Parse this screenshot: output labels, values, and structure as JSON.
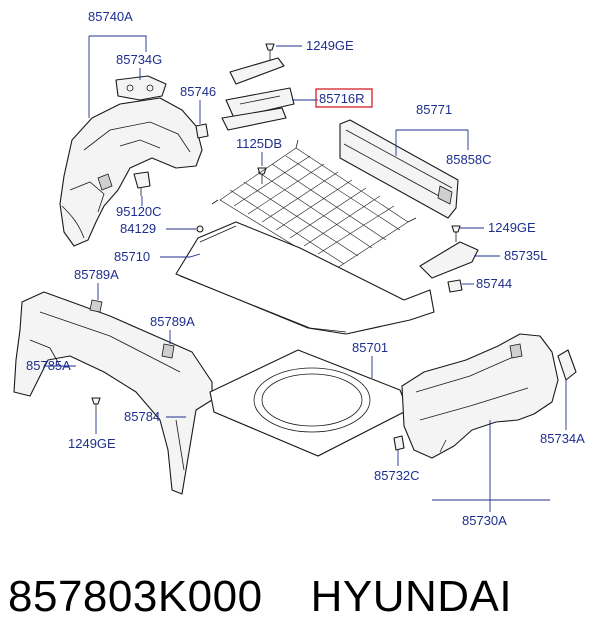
{
  "labels": {
    "l85740A": "85740A",
    "l85734G": "85734G",
    "l85746": "85746",
    "l1249GE_top": "1249GE",
    "l85716R": "85716R",
    "l85771": "85771",
    "l1125DB": "1125DB",
    "l85858C": "85858C",
    "l95120C": "95120C",
    "l84129": "84129",
    "l1249GE_right": "1249GE",
    "l85710": "85710",
    "l85735L": "85735L",
    "l85744": "85744",
    "l85789A_left": "85789A",
    "l85789A_mid": "85789A",
    "l85701": "85701",
    "l85785A": "85785A",
    "l85784": "85784",
    "l1249GE_bottom": "1249GE",
    "l85734A": "85734A",
    "l85732C": "85732C",
    "l85730A": "85730A"
  },
  "caption": {
    "part_number": "857803K000",
    "brand": "HYUNDAI"
  },
  "colors": {
    "label": "#1f2f8f",
    "highlight": "#d21f2a"
  }
}
